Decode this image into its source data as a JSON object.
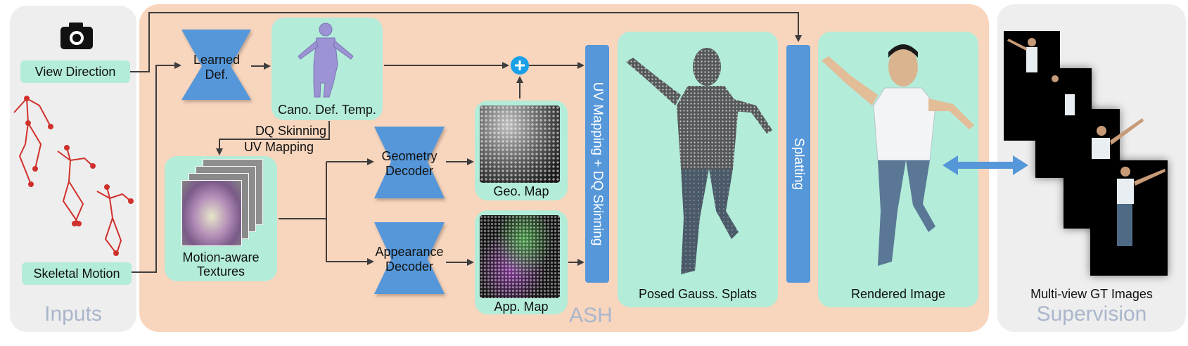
{
  "inputs": {
    "title": "Inputs",
    "view_direction": "View Direction",
    "skeletal_motion": "Skeletal Motion",
    "icons": [
      "camera-icon",
      "skeleton-figure"
    ]
  },
  "ash": {
    "title": "ASH",
    "learned_def": [
      "Learned",
      "Def."
    ],
    "cano_template": "Cano. Def. Temp.",
    "dq_skinning": "DQ Skinning",
    "uv_mapping": "UV Mapping",
    "motion_textures": [
      "Motion-aware",
      "Textures"
    ],
    "geometry_decoder": [
      "Geometry",
      "Decoder"
    ],
    "appearance_decoder": [
      "Appearance",
      "Decoder"
    ],
    "geo_map": "Geo. Map",
    "app_map": "App. Map",
    "uv_dq_bar": "UV Mapping + DQ Skinning",
    "posed_splats": "Posed Gauss. Splats",
    "splatting": "Splatting",
    "rendered_image": "Rendered Image"
  },
  "supervision": {
    "title": "Supervision",
    "gt_images": "Multi-view GT Images"
  },
  "colors": {
    "mint": "#b3ecd9",
    "ash_bg": "#f8d5bd",
    "panel_gray": "#eeeeee",
    "decoder_blue": "#5597d9",
    "plus_blue": "#1aa0e8",
    "skeleton_red": "#d0312d",
    "title_gray": "#aab6cc"
  }
}
